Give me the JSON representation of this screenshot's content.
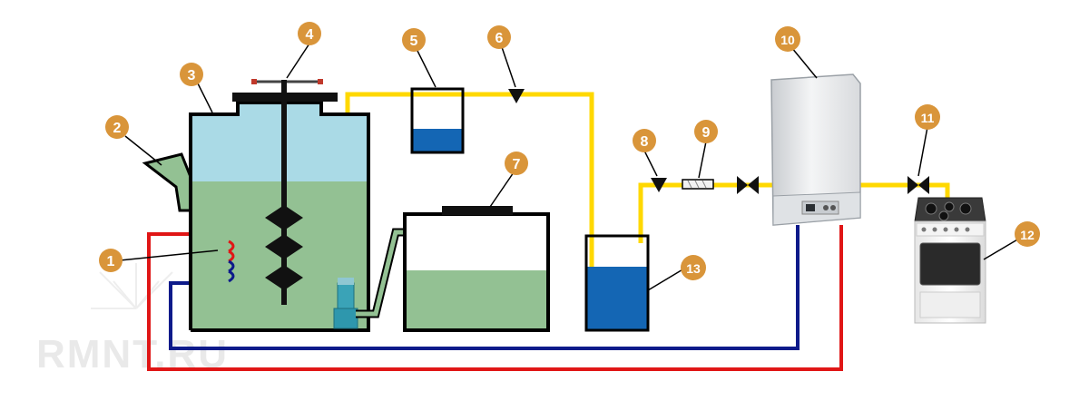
{
  "watermark": "RMNT.RU",
  "callouts": [
    "1",
    "2",
    "3",
    "4",
    "5",
    "6",
    "7",
    "8",
    "9",
    "10",
    "11",
    "12",
    "13"
  ],
  "colors": {
    "gas_pipe": "#ffd800",
    "hot_water": "#e01616",
    "cold_water": "#0d1a8a",
    "callout": "#d9953a",
    "slurry": "#93c193",
    "gas_space": "#aadae6",
    "water": "#1466b4",
    "outline": "#000000"
  },
  "icons": [
    "auger-mixer-icon",
    "submersible-pump-icon",
    "gas-boiler-icon",
    "gas-stove-icon",
    "check-valve-icon",
    "gas-filter-icon",
    "shutoff-valve-icon"
  ]
}
